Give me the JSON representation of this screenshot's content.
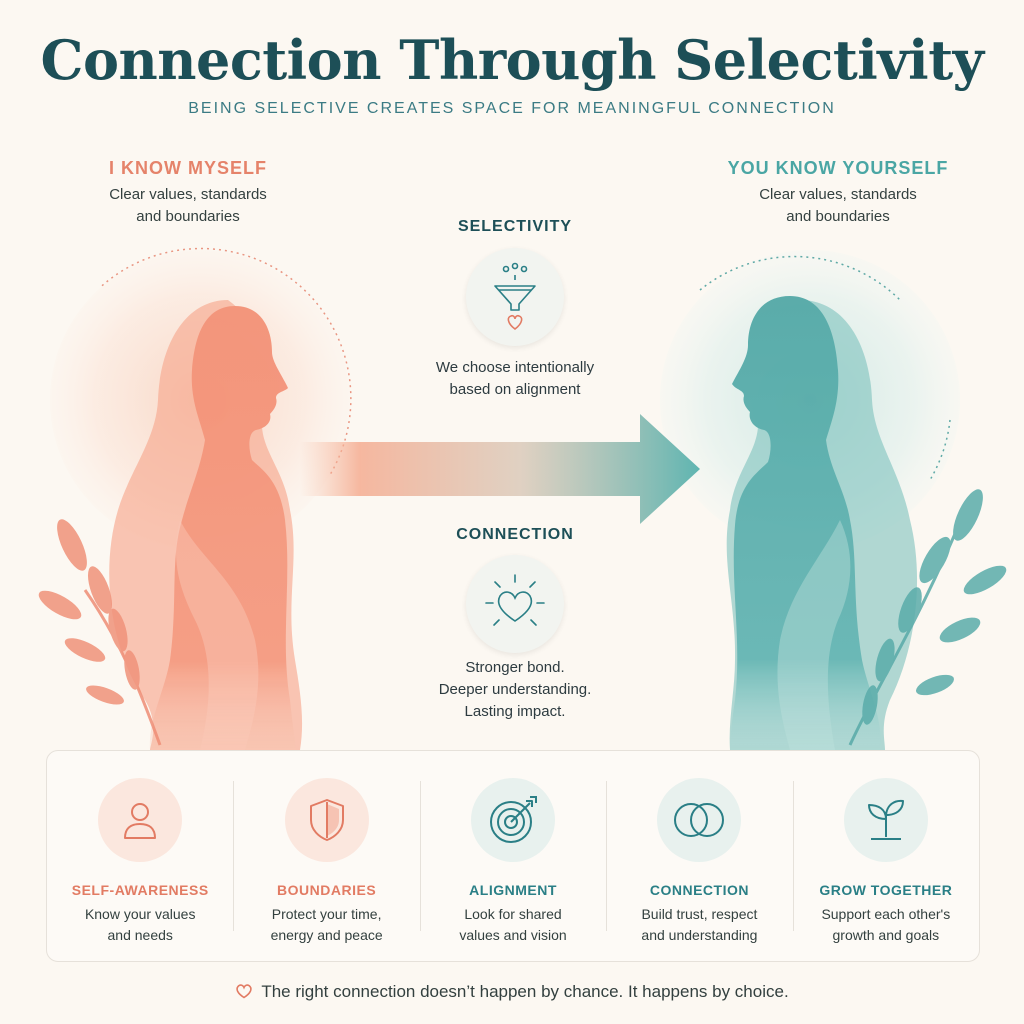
{
  "header": {
    "title": "Connection Through Selectivity",
    "subtitle": "BEING SELECTIVE CREATES SPACE FOR MEANINGFUL CONNECTION"
  },
  "left": {
    "heading": "I KNOW MYSELF",
    "desc_line1": "Clear values, standards",
    "desc_line2": "and boundaries",
    "color": "#e5836a"
  },
  "right": {
    "heading": "YOU KNOW YOURSELF",
    "desc_line1": "Clear values, standards",
    "desc_line2": "and boundaries",
    "color": "#4aa6a4"
  },
  "middle": {
    "selectivity": {
      "heading": "SELECTIVITY",
      "line1": "We choose intentionally",
      "line2": "based on alignment",
      "icon": "funnel-heart-icon"
    },
    "connection": {
      "heading": "CONNECTION",
      "line1": "Stronger bond.",
      "line2": "Deeper understanding.",
      "line3": "Lasting impact.",
      "icon": "heart-glow-icon"
    }
  },
  "cards": [
    {
      "title": "SELF-AWARENESS",
      "line1": "Know your values",
      "line2": "and needs",
      "icon": "person-icon",
      "color": "#e27b63"
    },
    {
      "title": "BOUNDARIES",
      "line1": "Protect your time,",
      "line2": "energy and peace",
      "icon": "shield-icon",
      "color": "#e27b63"
    },
    {
      "title": "ALIGNMENT",
      "line1": "Look for shared",
      "line2": "values and vision",
      "icon": "target-icon",
      "color": "#2a7f86"
    },
    {
      "title": "CONNECTION",
      "line1": "Build trust, respect",
      "line2": "and understanding",
      "icon": "rings-icon",
      "color": "#2a7f86"
    },
    {
      "title": "GROW TOGETHER",
      "line1": "Support each other's",
      "line2": "growth and goals",
      "icon": "sprout-icon",
      "color": "#2a7f86"
    }
  ],
  "footer": {
    "text": "The right connection doesn’t happen by chance. It happens by choice.",
    "icon": "heart-outline-icon"
  }
}
